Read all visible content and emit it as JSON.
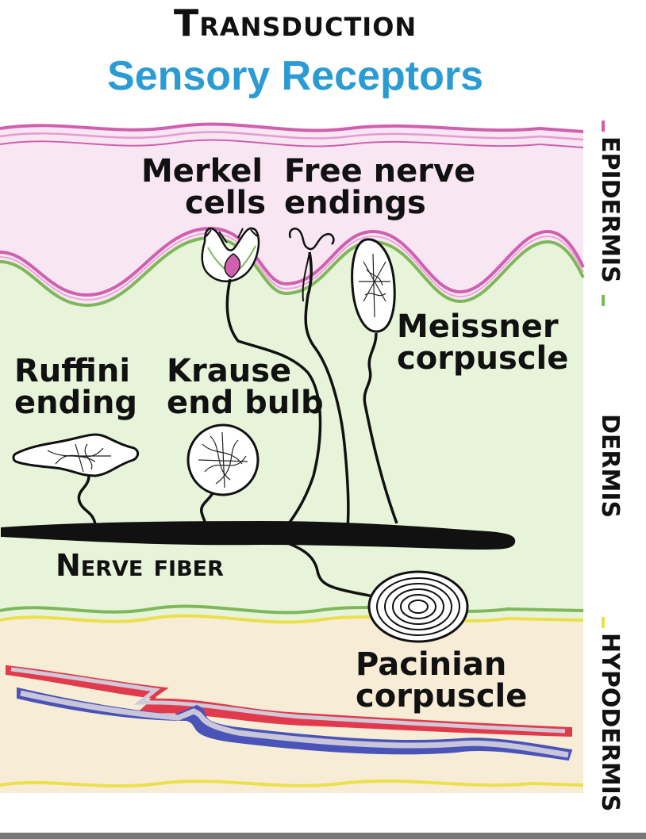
{
  "title": "Transduction",
  "subtitle": "Sensory Receptors",
  "layers": {
    "epidermis": "EPIDERMIS",
    "dermis": "DERMIS",
    "hypodermis": "HYPODERMIS"
  },
  "labels": {
    "merkel_1": "Merkel",
    "merkel_2": "cells",
    "free_1": "Free nerve",
    "free_2": "endings",
    "meissner_1": "Meissner",
    "meissner_2": "corpuscle",
    "ruffini_1": "Ruffini",
    "ruffini_2": "ending",
    "krause_1": "Krause",
    "krause_2": "end bulb",
    "nerve_fiber": "Nerve fiber",
    "pacinian_1": "Pacinian",
    "pacinian_2": "corpuscle"
  },
  "colors": {
    "title_blue": "#2a9bd3",
    "epidermis_fill": "#f8e6f2",
    "epidermis_line": "#d05fb0",
    "dermis_fill": "#e8f4da",
    "dermis_line": "#7fb85a",
    "hypodermis_fill": "#f7ecd6",
    "hypodermis_line": "#ece04a",
    "artery": "#e23a4d",
    "vein": "#4a54b8"
  }
}
